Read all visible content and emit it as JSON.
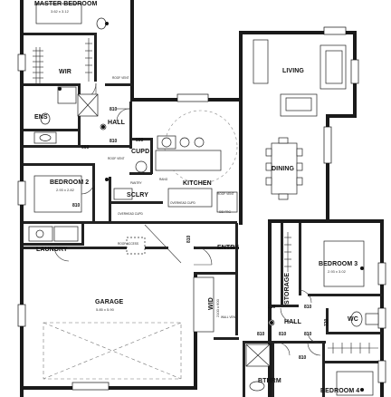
{
  "rooms": {
    "master_bedroom": {
      "name": "MASTER BEDROOM",
      "dim": "3.62 x 3.12"
    },
    "wir": {
      "name": "WIR"
    },
    "ens": {
      "name": "ENS"
    },
    "hall_top": {
      "name": "HALL"
    },
    "cupd": {
      "name": "CUPD"
    },
    "living": {
      "name": "LIVING"
    },
    "dining": {
      "name": "DINING"
    },
    "bedroom2": {
      "name": "BEDROOM 2",
      "dim": "2.93 x 2.82"
    },
    "sclry": {
      "name": "SCLRY"
    },
    "kitchen": {
      "name": "KITCHEN"
    },
    "laundry": {
      "name": "LAUNDRY"
    },
    "entry": {
      "name": "ENTRY"
    },
    "garage": {
      "name": "GARAGE",
      "dim": "5.85 x 5.90"
    },
    "wid": {
      "name": "WID",
      "dim": "2100 x 600"
    },
    "storage": {
      "name": "STORAGE"
    },
    "bedroom3": {
      "name": "BEDROOM 3",
      "dim": "2.93 x 3.02"
    },
    "hall_bottom": {
      "name": "HALL"
    },
    "wc": {
      "name": "WC"
    },
    "bthrm": {
      "name": "BTHRM"
    },
    "bedroom4": {
      "name": "BEDROOM 4"
    }
  },
  "notes": {
    "roof_vent_top": "ROOF VENT",
    "roof_vent_cupd": "ROOF VENT",
    "roof_vent_kitchen": "ROOF VENT",
    "wall_vent": "WALL VENT",
    "roof_access": "ROOF ACCESS",
    "overhead_cupd": "OVERHEAD CUPD",
    "overhead_cupd_2": "OVERHEAD CUPD",
    "fridge": "SID FRG",
    "rang": "RANG",
    "pantry": "PANTRY"
  },
  "door_sizes": {
    "d1": "810",
    "d2": "810",
    "d3": "560",
    "d4": "660",
    "d5": "810",
    "d6": "810",
    "d7": "810",
    "d8": "810",
    "d9": "810",
    "d10": "810",
    "d11": "810",
    "d12": "810",
    "d13": "720"
  }
}
